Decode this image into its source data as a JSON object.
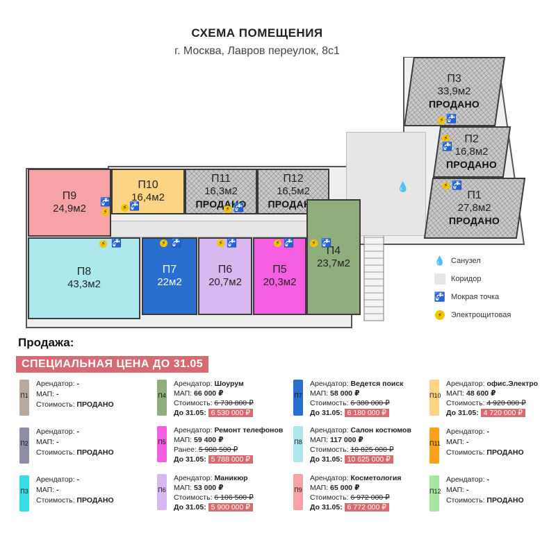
{
  "header": {
    "title": "СХЕМА ПОМЕЩЕНИЯ",
    "address": "г. Москва, Лавров переулок, 8с1"
  },
  "rooms": [
    {
      "id": "p9",
      "name": "П9",
      "area": "24,9м2",
      "sold": "",
      "color": "#f7a3a6"
    },
    {
      "id": "p10",
      "name": "П10",
      "area": "16,4м2",
      "sold": "",
      "color": "#fdd483"
    },
    {
      "id": "p11",
      "name": "П11",
      "area": "16,3м2",
      "sold": "ПРОДАНО",
      "color": "sold"
    },
    {
      "id": "p12",
      "name": "П12",
      "area": "16,5м2",
      "sold": "ПРОДАНО",
      "color": "sold"
    },
    {
      "id": "p8",
      "name": "П8",
      "area": "43,3м2",
      "sold": "",
      "color": "#ade8ee"
    },
    {
      "id": "p7",
      "name": "П7",
      "area": "22м2",
      "sold": "",
      "color": "#2a6fd0"
    },
    {
      "id": "p6",
      "name": "П6",
      "area": "20,7м2",
      "sold": "",
      "color": "#d9b7f0"
    },
    {
      "id": "p5",
      "name": "П5",
      "area": "20,3м2",
      "sold": "",
      "color": "#f55ee0"
    },
    {
      "id": "p4",
      "name": "П4",
      "area": "23,7м2",
      "sold": "",
      "color": "#8fae7c"
    },
    {
      "id": "p3",
      "name": "П3",
      "area": "33,9м2",
      "sold": "ПРОДАНО",
      "color": "sold"
    },
    {
      "id": "p2",
      "name": "П2",
      "area": "16,8м2",
      "sold": "ПРОДАНО",
      "color": "sold"
    },
    {
      "id": "p1",
      "name": "П1",
      "area": "27,8м2",
      "sold": "ПРОДАНО",
      "color": "sold"
    }
  ],
  "legend": {
    "toilet": "Санузел",
    "corridor": "Коридор",
    "wet": "Мокрая точка",
    "electric": "Электрощитовая"
  },
  "sale": {
    "heading": "Продажа:",
    "banner": "СПЕЦИАЛЬНАЯ ЦЕНА ДО 31.05"
  },
  "cards": [
    {
      "label": "П1",
      "color": "#b9a99c",
      "tenant_label": "Арендатор:",
      "tenant": "-",
      "map_label": "МАП:",
      "map": "-",
      "cost_label": "Стоимость:",
      "cost": "ПРОДАНО"
    },
    {
      "label": "П2",
      "color": "#8d8ea6",
      "tenant_label": "Арендатор:",
      "tenant": "-",
      "map_label": "МАП:",
      "map": "-",
      "cost_label": "Стоимость:",
      "cost": "ПРОДАНО"
    },
    {
      "label": "П3",
      "color": "#35dde6",
      "tenant_label": "Арендатор:",
      "tenant": "-",
      "map_label": "МАП:",
      "map": "-",
      "cost_label": "Стоимость:",
      "cost": "ПРОДАНО"
    },
    {
      "label": "П4",
      "color": "#8fae7c",
      "tenant_label": "Арендатор:",
      "tenant": "Шоурум",
      "map_label": "МАП:",
      "map": "66 000 ₽",
      "old_label": "Стоимость:",
      "old": "6 730 800 ₽",
      "new_label": "До 31.05:",
      "new": "6 530 000 ₽"
    },
    {
      "label": "П5",
      "color": "#f55ee0",
      "tenant_label": "Арендатор:",
      "tenant": "Ремонт телефонов",
      "map_label": "МАП:",
      "map": "59 400 ₽",
      "old_label": "Ранее:",
      "old": "5 988 500 ₽",
      "new_label": "До 31.05:",
      "new": "5 788 000 ₽"
    },
    {
      "label": "П6",
      "color": "#d9b7f0",
      "tenant_label": "Арендатор:",
      "tenant": "Маникюр",
      "map_label": "МАП:",
      "map": "53 000 ₽",
      "old_label": "Стоимость:",
      "old": "6 106 500 ₽",
      "new_label": "До 31.05:",
      "new": "5 900 000 ₽"
    },
    {
      "label": "П7",
      "color": "#2a6fd0",
      "tenant_label": "Арендатор:",
      "tenant": "Ведется поиск",
      "map_label": "МАП:",
      "map": "58 000 ₽",
      "old_label": "Стоимость:",
      "old": "6 380 000 ₽",
      "new_label": "До 31.05:",
      "new": "6 180 000 ₽"
    },
    {
      "label": "П8",
      "color": "#ade8ee",
      "tenant_label": "Арендатор:",
      "tenant": "Салон костюмов",
      "map_label": "МАП:",
      "map": "117 000 ₽",
      "old_label": "Стоимость:",
      "old": "10 825 000 ₽",
      "new_label": "До 31.05:",
      "new": "10 625 000 ₽"
    },
    {
      "label": "П9",
      "color": "#f7a3a6",
      "tenant_label": "Арендатор:",
      "tenant": "Косметология",
      "map_label": "МАП:",
      "map": "65 000 ₽",
      "old_label": "Стоимость:",
      "old": "6 972 000 ₽",
      "new_label": "До 31.05:",
      "new": "6 772 000 ₽"
    },
    {
      "label": "П10",
      "color": "#fdd483",
      "tenant_label": "Арендатор:",
      "tenant": "офис.Электро",
      "map_label": "МАП:",
      "map": "48 600 ₽",
      "old_label": "Стоимость:",
      "old": "4 920 000 ₽",
      "new_label": "До 31.05:",
      "new": "4 720 000 ₽"
    },
    {
      "label": "П11",
      "color": "#f7a21a",
      "tenant_label": "Арендатор:",
      "tenant": "-",
      "map_label": "МАП:",
      "map": "-",
      "cost_label": "Стоимость:",
      "cost": "ПРОДАНО"
    },
    {
      "label": "П12",
      "color": "#a6e6a0",
      "tenant_label": "Арендатор:",
      "tenant": "-",
      "map_label": "МАП:",
      "map": "-",
      "cost_label": "Стоимость:",
      "cost": "ПРОДАНО"
    }
  ]
}
